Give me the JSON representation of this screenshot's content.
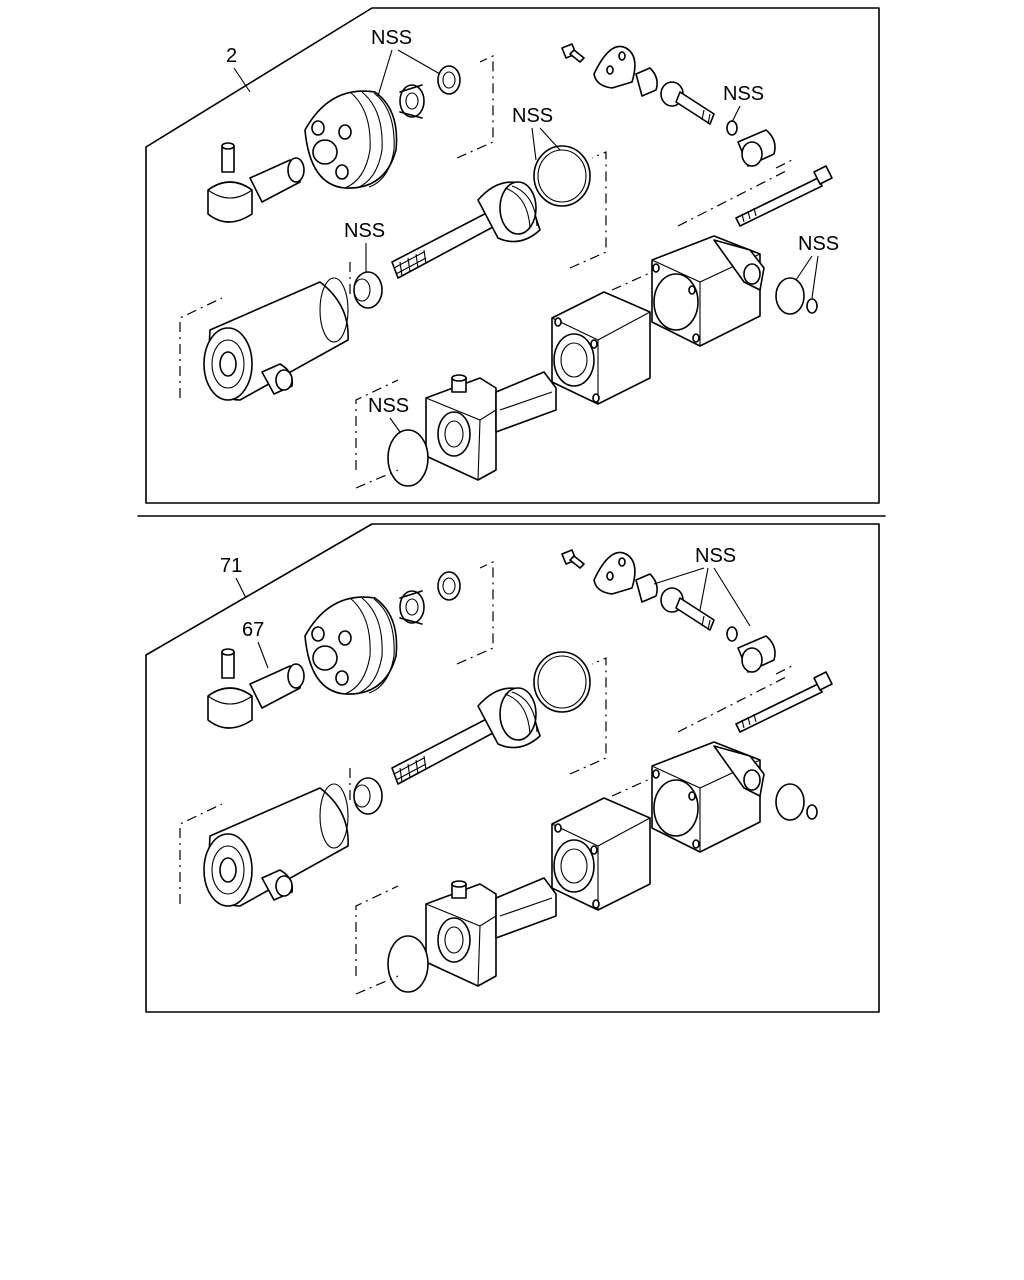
{
  "panels": [
    {
      "assembly_number": "2",
      "labels": [
        "NSS",
        "NSS",
        "NSS",
        "NSS",
        "NSS",
        "NSS"
      ]
    },
    {
      "assembly_number": "71",
      "sub_number": "67",
      "labels": [
        "NSS"
      ]
    }
  ]
}
